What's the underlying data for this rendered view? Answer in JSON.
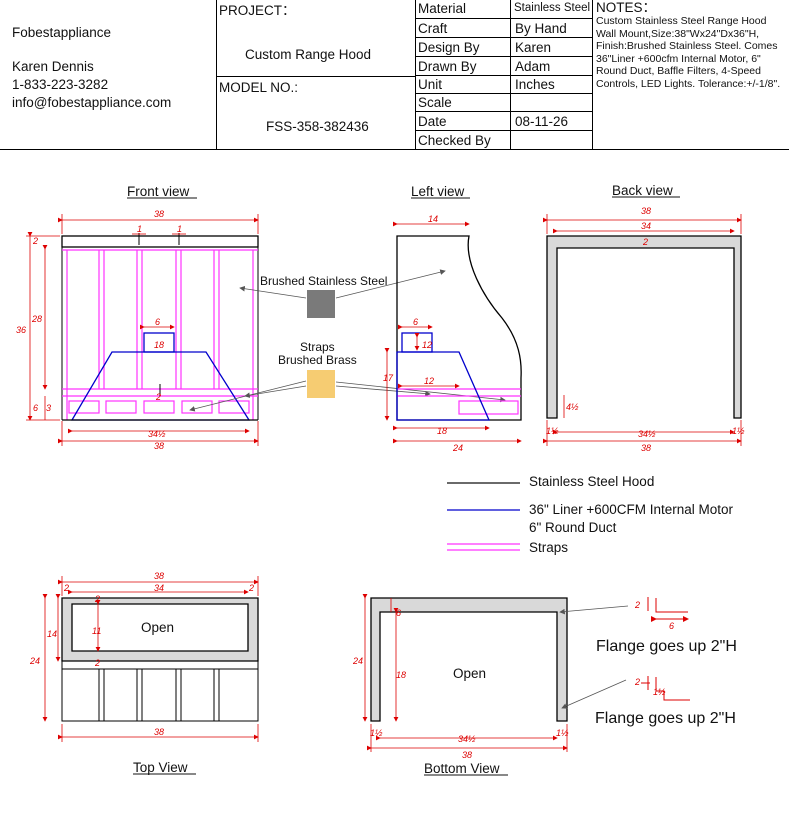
{
  "company": {
    "name": "Fobestappliance",
    "contact_name": "Karen Dennis",
    "phone": "1-833-223-3282",
    "email": "info@fobestappliance.com"
  },
  "project": {
    "label": "PROJECT：",
    "value": "Custom Range Hood",
    "model_label": "MODEL NO.:",
    "model_value": "FSS-358-382436"
  },
  "specs": [
    {
      "label": "Material",
      "value": "Stainless Steel"
    },
    {
      "label": "Craft",
      "value": "By Hand"
    },
    {
      "label": "Design By",
      "value": "Karen"
    },
    {
      "label": "Drawn By",
      "value": "Adam"
    },
    {
      "label": "Unit",
      "value": "Inches"
    },
    {
      "label": "Scale",
      "value": ""
    },
    {
      "label": "Date",
      "value": "08-11-26"
    },
    {
      "label": "Checked By",
      "value": ""
    }
  ],
  "notes": {
    "title": "NOTES：",
    "body": "Custom Stainless Steel Range Hood Wall Mount,Size:38\"Wx24\"Dx36\"H, Finish:Brushed Stainless Steel. Comes 36\"Liner +600cfm Internal Motor, 6\" Round Duct, Baffle Filters, 4-Speed Controls, LED Lights. Tolerance:+/-1/8\"."
  },
  "views": {
    "front": "Front view",
    "left": "Left view",
    "back": "Back view",
    "top": "Top View",
    "bottom": "Bottom View"
  },
  "materials": {
    "steel": "Brushed Stainless Steel",
    "straps_1": "Straps",
    "straps_2": "Brushed Brass"
  },
  "legend": {
    "hood": "Stainless Steel Hood",
    "liner_1": "36\" Liner +600CFM Internal  Motor",
    "liner_2": "6\" Round Duct",
    "straps": "Straps"
  },
  "flange": {
    "note_1": "Flange goes up 2\"H",
    "note_2": "Flange goes up 2\"H"
  },
  "open_label": "Open",
  "dims": {
    "w38": "38",
    "w34": "34",
    "w34h": "34½",
    "d14": "14",
    "d24": "24",
    "h36": "36",
    "h28": "28",
    "h17": "17",
    "v6": "6",
    "v3": "3",
    "v2": "2",
    "v1": "1",
    "v12": "12",
    "v18": "18",
    "v11": "11",
    "h4h": "4½",
    "v1h": "1½"
  },
  "colors": {
    "hood": "#111111",
    "liner": "#0000cc",
    "straps": "#ff33ff",
    "dim": "#dd0000",
    "steel_swatch": "#7a7a7a",
    "brass_swatch": "#f6cc72",
    "panel_fill": "#d9d9d9"
  }
}
